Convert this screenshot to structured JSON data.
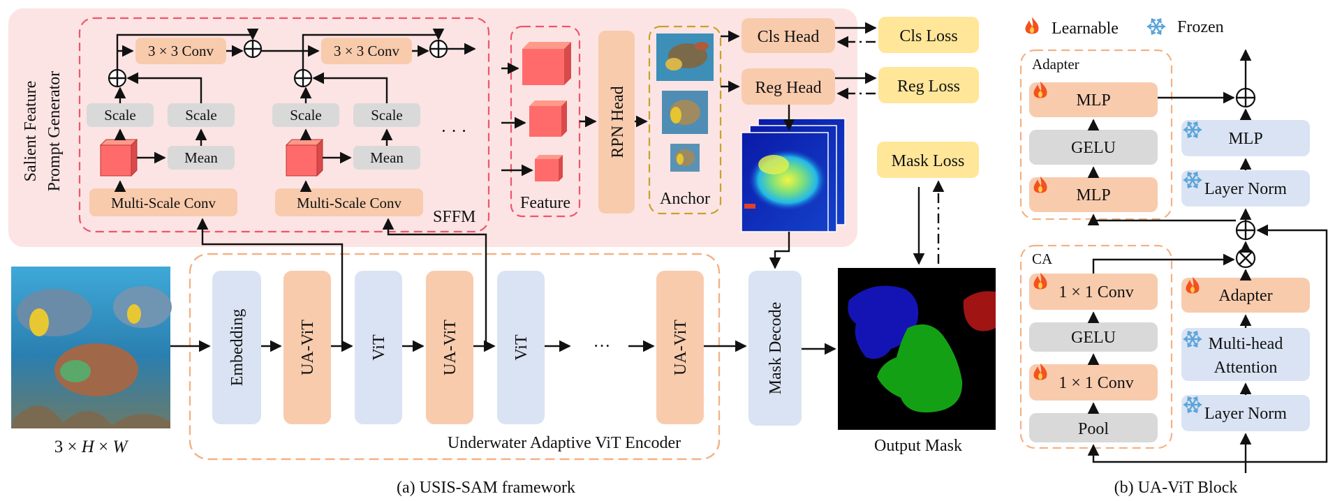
{
  "legend": {
    "learnable": "Learnable",
    "frozen": "Frozen"
  },
  "sfpg": {
    "label_line1": "Salient Feature",
    "label_line2": "Prompt Generator",
    "sffm_label": "SFFM",
    "conv3x3": "3 × 3 Conv",
    "scale": "Scale",
    "mean": "Mean",
    "ms_conv": "Multi-Scale Conv",
    "dots": "· · ·"
  },
  "feature_label": "Feature",
  "rpn_head": "RPN Head",
  "anchor_label": "Anchor",
  "heads": {
    "cls_head": "Cls Head",
    "reg_head": "Reg Head"
  },
  "losses": {
    "cls": "Cls Loss",
    "reg": "Reg Loss",
    "mask": "Mask Loss"
  },
  "encoder": {
    "blocks": [
      "Embedding",
      "UA-ViT",
      "ViT",
      "UA-ViT",
      "ViT",
      "UA-ViT"
    ],
    "dots": "···",
    "caption": "Underwater Adaptive ViT Encoder"
  },
  "input_size": {
    "prefix": "3 × ",
    "h": "H",
    "times": " × ",
    "w": "W"
  },
  "mask_decode": "Mask Decode",
  "output_mask": "Output Mask",
  "caption_a": "(a) USIS-SAM framework",
  "block": {
    "adapter_group": "Adapter",
    "ca_group": "CA",
    "mlp": "MLP",
    "gelu": "GELU",
    "layer_norm": "Layer Norm",
    "adapter": "Adapter",
    "mha_line1": "Multi-head",
    "mha_line2": "Attention",
    "conv1x1": "1 × 1 Conv",
    "pool": "Pool",
    "caption_b": "(b) UA-ViT Block"
  },
  "colors": {
    "orange_block": "#f8cbad",
    "blue_block": "#dae3f3",
    "gray_block": "#d9d9d9",
    "yellow_loss": "#ffe699",
    "pink_region": "#fce4e4",
    "red_dash": "#f0556a",
    "orange_dash": "#f4b183",
    "gold_dash": "#c9a227",
    "cube_red": "#ff6b6b",
    "flame": "#f4511e",
    "snowflake": "#5ba4d9"
  }
}
